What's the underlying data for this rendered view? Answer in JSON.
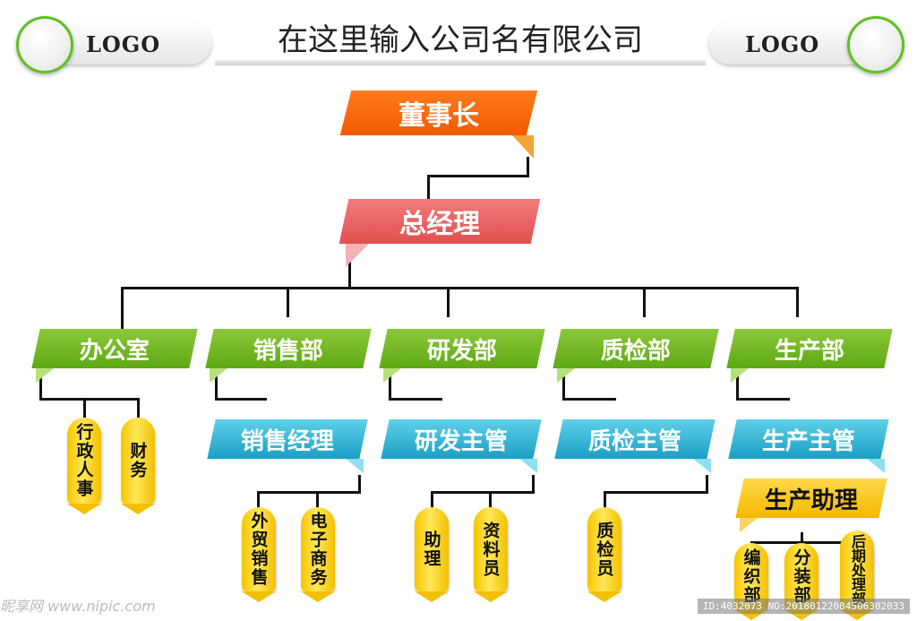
{
  "header": {
    "logo_left": "LOGO",
    "logo_right": "LOGO",
    "company": "在这里输入公司名有限公司"
  },
  "org": {
    "chairman": "董事长",
    "gm": "总经理",
    "departments": [
      {
        "name": "办公室",
        "sub": [
          "行政人事",
          "财务"
        ]
      },
      {
        "name": "销售部",
        "manager": "销售经理",
        "sub": [
          "外贸销售",
          "电子商务"
        ]
      },
      {
        "name": "研发部",
        "manager": "研发主管",
        "sub": [
          "助理",
          "资料员"
        ]
      },
      {
        "name": "质检部",
        "manager": "质检主管",
        "sub": [
          "质检员"
        ]
      },
      {
        "name": "生产部",
        "manager": "生产主管",
        "assistant": "生产助理",
        "sub": [
          "编织部",
          "分装部",
          "后期处理部"
        ]
      }
    ]
  },
  "watermark": {
    "site": "昵享网 www.nipic.com",
    "id": "ID:4032073 NO:20180122084506302033"
  },
  "colors": {
    "chairman": "#f15a00",
    "gm": "#e05050",
    "department": "#6cb41e",
    "manager": "#1b9fc4",
    "tag": "#f5c400",
    "logo_ring": "#5cc21f"
  }
}
